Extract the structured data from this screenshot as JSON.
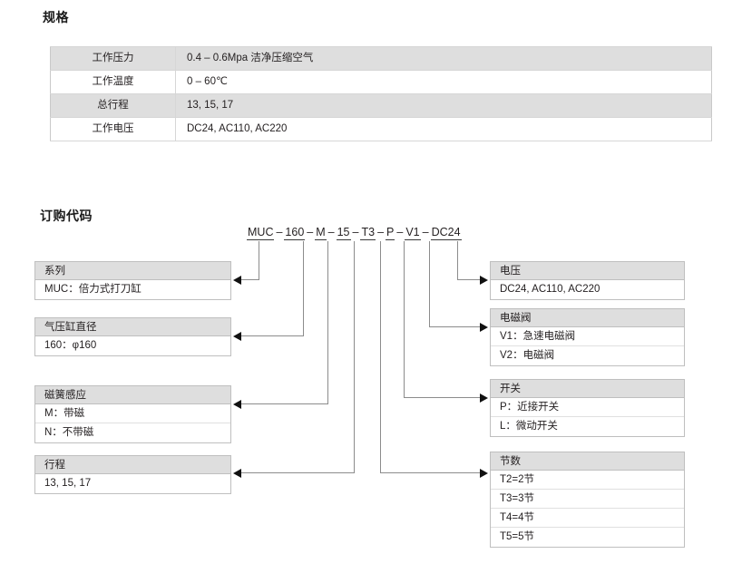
{
  "spec": {
    "title": "规格",
    "rows": [
      {
        "label": "工作压力",
        "value": "0.4 – 0.6Mpa   洁净压缩空气"
      },
      {
        "label": "工作温度",
        "value": "0 – 60℃"
      },
      {
        "label": "总行程",
        "value": "13, 15, 17"
      },
      {
        "label": "工作电压",
        "value": "DC24, AC110, AC220"
      }
    ]
  },
  "order": {
    "title": "订购代码",
    "code_segments": [
      "MUC",
      "160",
      "M",
      "15",
      "T3",
      "P",
      "V1",
      "DC24"
    ],
    "separator": "–"
  },
  "boxes": {
    "series": {
      "header": "系列",
      "rows": [
        "MUC：倍力式打刀缸"
      ]
    },
    "bore": {
      "header": "气压缸直径",
      "rows": [
        "160：φ160"
      ]
    },
    "magnet": {
      "header": "磁簧感应",
      "rows": [
        "M：带磁",
        "N：不带磁"
      ]
    },
    "stroke": {
      "header": "行程",
      "rows": [
        "13, 15,  17"
      ]
    },
    "voltage": {
      "header": "电压",
      "rows": [
        "DC24, AC110, AC220"
      ]
    },
    "valve": {
      "header": "电磁阀",
      "rows": [
        "V1：急速电磁阀",
        "V2：电磁阀"
      ]
    },
    "switch": {
      "header": "开关",
      "rows": [
        "P：近接开关",
        "L：微动开关"
      ]
    },
    "sections": {
      "header": "节数",
      "rows": [
        "T2=2节",
        "T3=3节",
        "T4=4节",
        "T5=5节"
      ]
    }
  },
  "colors": {
    "header_fill": "#dedede",
    "border": "#bfbfbf",
    "line": "#8c8c8c",
    "arrow": "#111111",
    "text": "#231f20"
  }
}
